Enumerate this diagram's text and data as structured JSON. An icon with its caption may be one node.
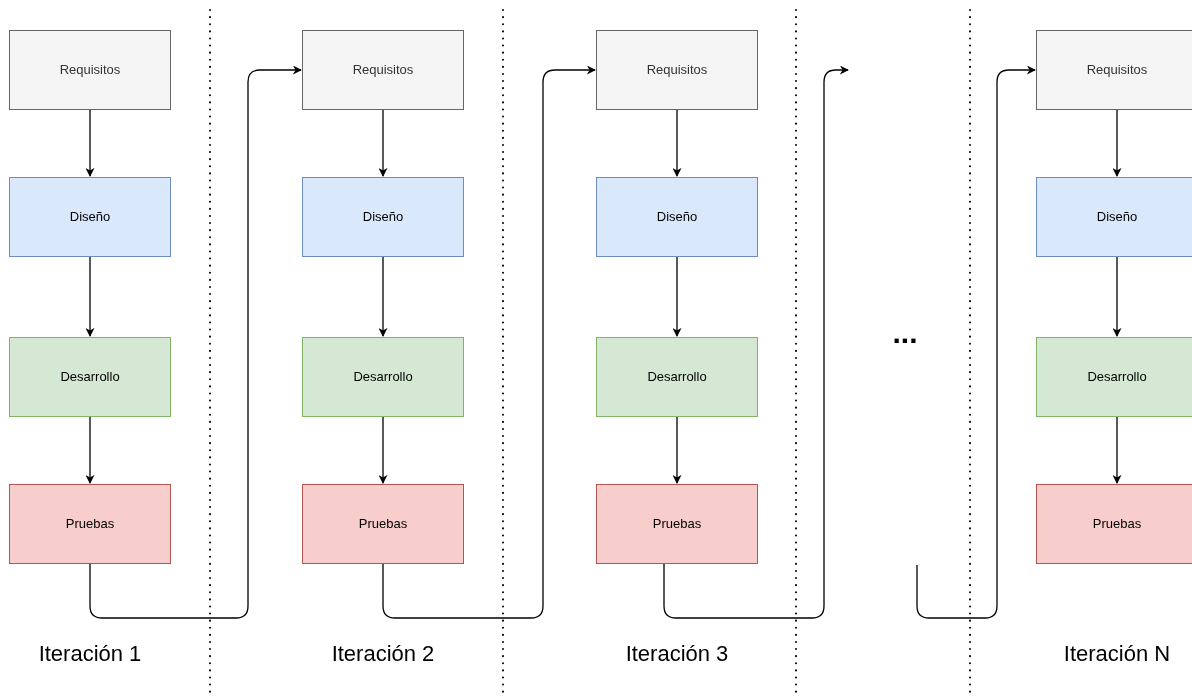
{
  "diagram": {
    "nodes": [
      {
        "text": [
          "Requisitos"
        ]
      },
      {
        "text": [
          "Diseño"
        ]
      },
      {
        "text": [
          "Desarrollo"
        ]
      },
      {
        "text": [
          "Pruebas"
        ]
      },
      {
        "text": [
          "Requisitos"
        ]
      },
      {
        "text": [
          "Diseño"
        ]
      },
      {
        "text": [
          "Desarrollo"
        ]
      },
      {
        "text": [
          "Pruebas"
        ]
      },
      {
        "text": [
          "Requisitos"
        ]
      },
      {
        "text": [
          "Diseño"
        ]
      },
      {
        "text": [
          "Desarrollo"
        ]
      },
      {
        "text": [
          "Pruebas"
        ]
      },
      {
        "text": [
          "Requisitos"
        ]
      },
      {
        "text": [
          "Diseño"
        ]
      },
      {
        "text": [
          "Desarrollo"
        ]
      },
      {
        "text": [
          "Pruebas"
        ]
      }
    ],
    "edges": [
      {
        "from": 0,
        "to": 1,
        "arrow": "to"
      },
      {
        "from": 1,
        "to": 2,
        "arrow": "to"
      },
      {
        "from": 2,
        "to": 3,
        "arrow": "to"
      },
      {
        "from": 4,
        "to": 5,
        "arrow": "to"
      },
      {
        "from": 5,
        "to": 6,
        "arrow": "to"
      },
      {
        "from": 6,
        "to": 7,
        "arrow": "to"
      },
      {
        "from": 8,
        "to": 9,
        "arrow": "to"
      },
      {
        "from": 9,
        "to": 10,
        "arrow": "to"
      },
      {
        "from": 10,
        "to": 11,
        "arrow": "to"
      },
      {
        "from": 12,
        "to": 13,
        "arrow": "to"
      },
      {
        "from": 13,
        "to": 14,
        "arrow": "to"
      },
      {
        "from": 14,
        "to": 15,
        "arrow": "to"
      },
      {
        "from": 3,
        "to": 4,
        "arrow": "to"
      },
      {
        "from": 7,
        "to": 8,
        "arrow": "to"
      },
      {
        "from": 11,
        "to": null,
        "arrow": "to"
      },
      {
        "from": null,
        "to": 12,
        "arrow": "to"
      }
    ],
    "labels": [
      "Iteración 1",
      "Iteración 2",
      "Iteración 3",
      "...",
      "Iteración N"
    ]
  }
}
